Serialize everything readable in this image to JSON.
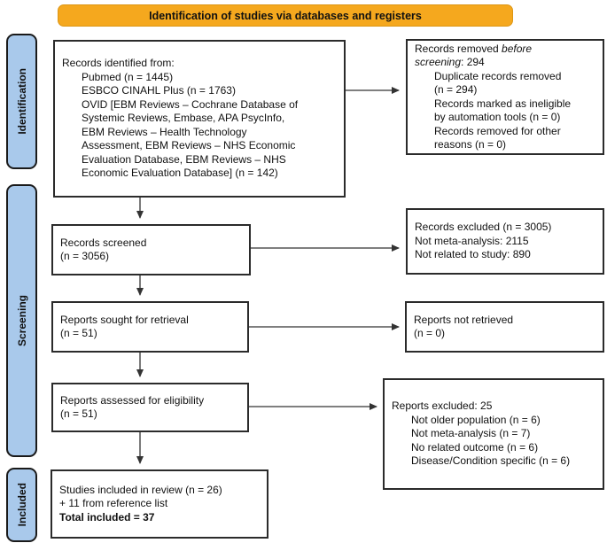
{
  "banner": {
    "label": "Identification of studies via databases and registers"
  },
  "stages": {
    "identification": {
      "label": "Identification"
    },
    "screening": {
      "label": "Screening"
    },
    "included": {
      "label": "Included"
    }
  },
  "boxes": {
    "records_identified": {
      "lines": [
        {
          "text": "Records identified from:",
          "indent": false
        },
        {
          "text": "Pubmed (n = 1445)",
          "indent": true
        },
        {
          "text": "ESBCO CINAHL Plus (n = 1763)",
          "indent": true
        },
        {
          "text": "OVID [EBM Reviews – Cochrane Database of",
          "indent": true
        },
        {
          "text": "Systemic Reviews, Embase, APA PsycInfo,",
          "indent": true
        },
        {
          "text": "EBM Reviews – Health Technology",
          "indent": true
        },
        {
          "text": "Assessment, EBM Reviews – NHS Economic",
          "indent": true
        },
        {
          "text": "Evaluation Database, EBM Reviews – NHS",
          "indent": true
        },
        {
          "text": "Economic Evaluation Database] (n = 142)",
          "indent": true
        }
      ]
    },
    "records_removed": {
      "lines": [
        {
          "segments": [
            {
              "text": "Records removed "
            },
            {
              "text": "before",
              "italic": true
            }
          ],
          "indent": false
        },
        {
          "segments": [
            {
              "text": "screening",
              "italic": true
            },
            {
              "text": ": 294"
            }
          ],
          "indent": false
        },
        {
          "text": "Duplicate records removed",
          "indent": true
        },
        {
          "text": "(n = 294)",
          "indent": true
        },
        {
          "text": "Records marked as ineligible",
          "indent": true
        },
        {
          "text": "by automation tools (n = 0)",
          "indent": true
        },
        {
          "text": "Records removed for other",
          "indent": true
        },
        {
          "text": "reasons (n = 0)",
          "indent": true
        }
      ]
    },
    "records_screened": {
      "lines": [
        {
          "text": "Records screened",
          "indent": false
        },
        {
          "text": "(n = 3056)",
          "indent": false
        }
      ]
    },
    "records_excluded": {
      "lines": [
        {
          "text": "Records excluded (n = 3005)",
          "indent": false
        },
        {
          "text": "Not meta-analysis: 2115",
          "indent": false
        },
        {
          "text": "Not related to study: 890",
          "indent": false
        }
      ]
    },
    "reports_sought": {
      "lines": [
        {
          "text": "Reports sought for retrieval",
          "indent": false
        },
        {
          "text": "(n = 51)",
          "indent": false
        }
      ]
    },
    "reports_not_retrieved": {
      "lines": [
        {
          "text": "Reports not retrieved",
          "indent": false
        },
        {
          "text": "(n = 0)",
          "indent": false
        }
      ]
    },
    "reports_assessed": {
      "lines": [
        {
          "text": "Reports assessed for eligibility",
          "indent": false
        },
        {
          "text": "(n = 51)",
          "indent": false
        }
      ]
    },
    "reports_excluded": {
      "lines": [
        {
          "text": "Reports excluded: 25",
          "indent": false
        },
        {
          "text": "Not older population (n = 6)",
          "indent": true
        },
        {
          "text": "Not meta-analysis (n = 7)",
          "indent": true
        },
        {
          "text": "No related outcome (n = 6)",
          "indent": true
        },
        {
          "text": "Disease/Condition specific (n = 6)",
          "indent": true
        }
      ]
    },
    "studies_included": {
      "lines": [
        {
          "text": "Studies included in review (n = 26)",
          "indent": false
        },
        {
          "text": "+ 11 from reference list",
          "indent": false
        },
        {
          "segments": [
            {
              "text": "Total included = 37",
              "bold": true
            }
          ],
          "indent": false
        }
      ]
    }
  },
  "colors": {
    "banner_fill": "#F5A81E",
    "banner_border": "#DD9614",
    "stage_fill": "#A9C9EB",
    "stage_border": "#1A1A1A",
    "box_border": "#2B2B2B",
    "arrow": "#333333",
    "text": "#111111"
  }
}
